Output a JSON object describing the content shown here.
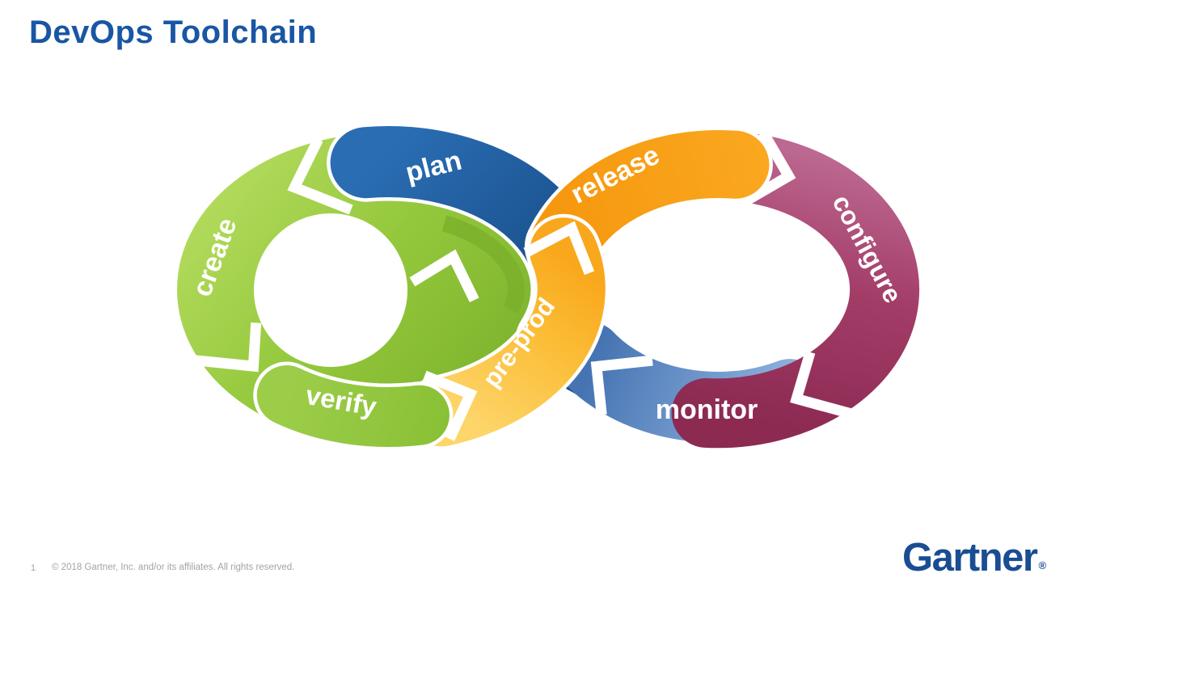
{
  "title": "DevOps Toolchain",
  "diagram": {
    "description": "DevOps infinity loop with seven stages",
    "stages": [
      {
        "label": "plan",
        "color": "#1d5a9e"
      },
      {
        "label": "create",
        "color": "#94c83c"
      },
      {
        "label": "verify",
        "color": "#8fc63a"
      },
      {
        "label": "pre-prod",
        "color": "#f9b41f"
      },
      {
        "label": "release",
        "color": "#f89e13"
      },
      {
        "label": "configure",
        "color": "#a23b66"
      },
      {
        "label": "monitor",
        "color": "#6f97cc"
      }
    ]
  },
  "footer": {
    "page_number": "1",
    "copyright": "© 2018 Gartner, Inc. and/or its affiliates. All rights reserved.",
    "logo_text": "Gartner",
    "registered_mark": "®"
  },
  "colors": {
    "title_blue": "#1956a4",
    "logo_blue": "#1a4d92",
    "footer_gray": "#a3a3a3",
    "background": "#ffffff"
  }
}
